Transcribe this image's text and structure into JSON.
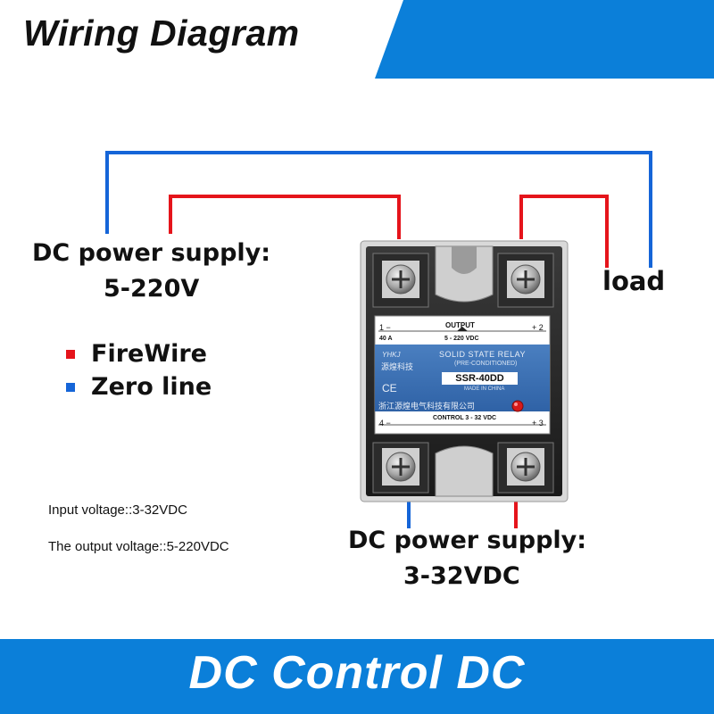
{
  "header": {
    "title": "Wiring Diagram"
  },
  "labels": {
    "power_supply_top_line1": "DC power supply:",
    "power_supply_top_line2": "5-220V",
    "load": "load",
    "power_supply_bottom_line1": "DC power supply:",
    "power_supply_bottom_line2": "3-32VDC"
  },
  "legend": {
    "fire": {
      "label": "FireWire",
      "color": "#e5141b"
    },
    "zero": {
      "label": "Zero line",
      "color": "#1565d8"
    }
  },
  "specs": {
    "input": "Input voltage::3-32VDC",
    "output": "The output voltage::5-220VDC"
  },
  "relay": {
    "output_label": "OUTPUT",
    "current": "40 A",
    "output_range": "5 - 220 VDC",
    "minus": "1 −",
    "plus": "+ 2",
    "brand": "YHKJ",
    "brand_cn": "源煌科技",
    "type": "SOLID STATE RELAY",
    "preconditioned": "(PRE-CONDITIONED)",
    "model": "SSR-40DD",
    "ce": "CE",
    "made_in": "MADE IN CHINA",
    "company": "浙江源煌电气科技有限公司",
    "control": "CONTROL 3 - 32 VDC",
    "minus2": "4 −",
    "plus2": "+ 3"
  },
  "footer": {
    "title": "DC Control DC"
  },
  "colors": {
    "banner": "#0b7fd9",
    "relay_label": "#3b6fb0"
  }
}
